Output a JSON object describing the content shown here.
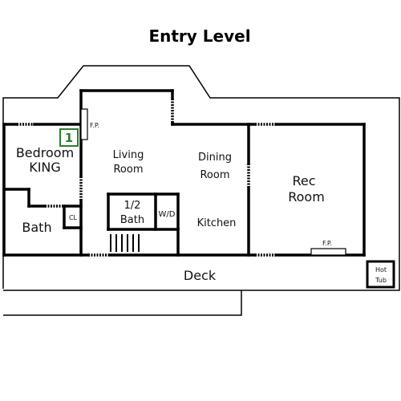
{
  "title": "Entry Level",
  "rooms": {
    "bedroom_line1": "Bedroom",
    "bedroom_line2": "KING",
    "bath": "Bath",
    "closet": "CL",
    "living_line1": "Living",
    "living_line2": "Room",
    "dining_line1": "Dining",
    "dining_line2": "Room",
    "half_bath_line1": "1/2",
    "half_bath_line2": "Bath",
    "washer_dryer": "W/D",
    "kitchen": "Kitchen",
    "rec_line1": "Rec",
    "rec_line2": "Room",
    "deck": "Deck",
    "hot_tub_line1": "Hot",
    "hot_tub_line2": "Tub"
  },
  "fireplace_label": "F.P.",
  "bedroom_badge": "1",
  "colors": {
    "wall": "#000000",
    "badge": "#2e7d32"
  }
}
